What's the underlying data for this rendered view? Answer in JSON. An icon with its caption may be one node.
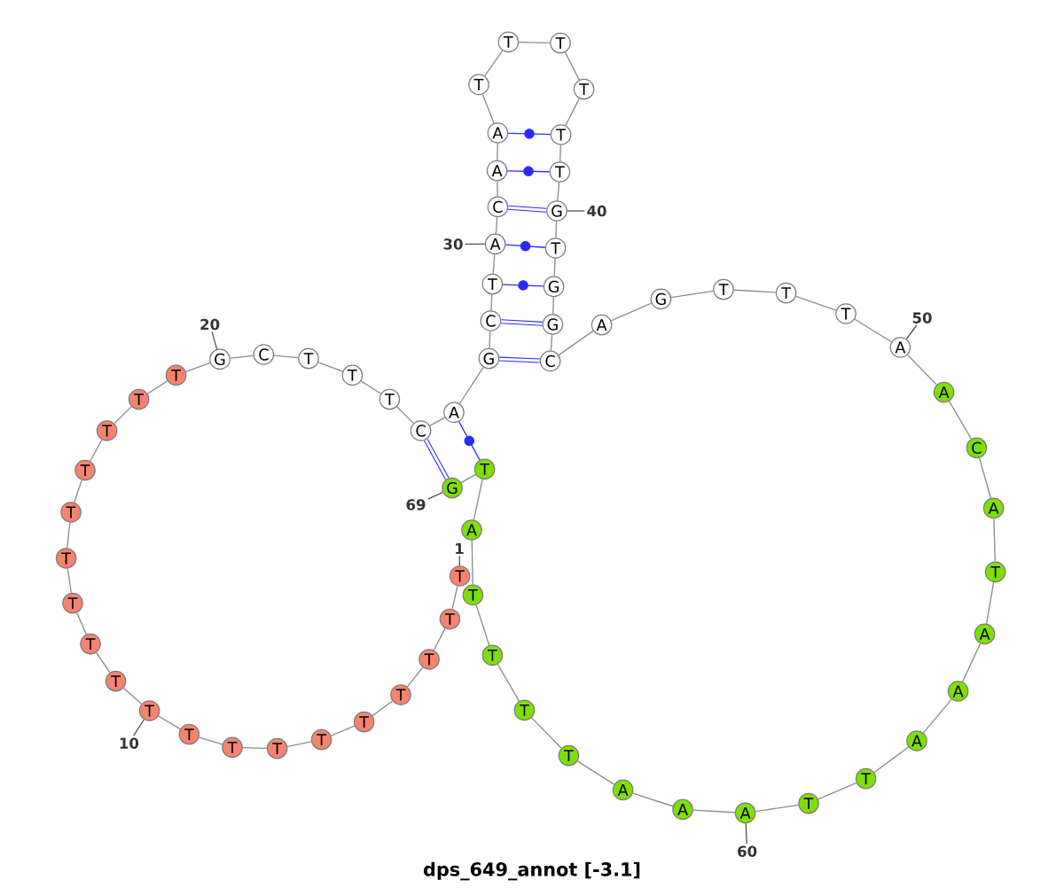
{
  "diagram": {
    "caption": "dps_649_annot [-3.1]",
    "nodes": [
      {
        "text": [
          "T"
        ]
      },
      {
        "text": [
          "T"
        ]
      },
      {
        "text": [
          "T"
        ]
      },
      {
        "text": [
          "T"
        ]
      },
      {
        "text": [
          "T"
        ]
      },
      {
        "text": [
          "T"
        ]
      },
      {
        "text": [
          "T"
        ]
      },
      {
        "text": [
          "T"
        ]
      },
      {
        "text": [
          "T"
        ]
      },
      {
        "text": [
          "T"
        ]
      },
      {
        "text": [
          "T"
        ]
      },
      {
        "text": [
          "T"
        ]
      },
      {
        "text": [
          "T"
        ]
      },
      {
        "text": [
          "T"
        ]
      },
      {
        "text": [
          "T"
        ]
      },
      {
        "text": [
          "T"
        ]
      },
      {
        "text": [
          "T"
        ]
      },
      {
        "text": [
          "T"
        ]
      },
      {
        "text": [
          "T"
        ]
      },
      {
        "text": [
          "G"
        ]
      },
      {
        "text": [
          "C"
        ]
      },
      {
        "text": [
          "T"
        ]
      },
      {
        "text": [
          "T"
        ]
      },
      {
        "text": [
          "T"
        ]
      },
      {
        "text": [
          "C"
        ]
      },
      {
        "text": [
          "A"
        ]
      },
      {
        "text": [
          "G"
        ]
      },
      {
        "text": [
          "C"
        ]
      },
      {
        "text": [
          "T"
        ]
      },
      {
        "text": [
          "A"
        ]
      },
      {
        "text": [
          "C"
        ]
      },
      {
        "text": [
          "A"
        ]
      },
      {
        "text": [
          "A"
        ]
      },
      {
        "text": [
          "T"
        ]
      },
      {
        "text": [
          "T"
        ]
      },
      {
        "text": [
          "T"
        ]
      },
      {
        "text": [
          "T"
        ]
      },
      {
        "text": [
          "T"
        ]
      },
      {
        "text": [
          "T"
        ]
      },
      {
        "text": [
          "G"
        ]
      },
      {
        "text": [
          "T"
        ]
      },
      {
        "text": [
          "G"
        ]
      },
      {
        "text": [
          "G"
        ]
      },
      {
        "text": [
          "C"
        ]
      },
      {
        "text": [
          "A"
        ]
      },
      {
        "text": [
          "G"
        ]
      },
      {
        "text": [
          "T"
        ]
      },
      {
        "text": [
          "T"
        ]
      },
      {
        "text": [
          "T"
        ]
      },
      {
        "text": [
          "A"
        ]
      },
      {
        "text": [
          "A"
        ]
      },
      {
        "text": [
          "C"
        ]
      },
      {
        "text": [
          "A"
        ]
      },
      {
        "text": [
          "T"
        ]
      },
      {
        "text": [
          "A"
        ]
      },
      {
        "text": [
          "A"
        ]
      },
      {
        "text": [
          "A"
        ]
      },
      {
        "text": [
          "T"
        ]
      },
      {
        "text": [
          "T"
        ]
      },
      {
        "text": [
          "A"
        ]
      },
      {
        "text": [
          "A"
        ]
      },
      {
        "text": [
          "A"
        ]
      },
      {
        "text": [
          "T"
        ]
      },
      {
        "text": [
          "T"
        ]
      },
      {
        "text": [
          "T"
        ]
      },
      {
        "text": [
          "T"
        ]
      },
      {
        "text": [
          "A"
        ]
      },
      {
        "text": [
          "T"
        ]
      },
      {
        "text": [
          "G"
        ]
      },
      {
        "text": [
          "1"
        ]
      },
      {
        "text": [
          "10"
        ]
      },
      {
        "text": [
          "20"
        ]
      },
      {
        "text": [
          "30"
        ]
      },
      {
        "text": [
          "40"
        ]
      },
      {
        "text": [
          "50"
        ]
      },
      {
        "text": [
          "60"
        ]
      },
      {
        "text": [
          "69"
        ]
      }
    ],
    "edges": [
      {
        "from": 0,
        "to": 1,
        "arrow": "none"
      },
      {
        "from": 1,
        "to": 2,
        "arrow": "none"
      },
      {
        "from": 2,
        "to": 3,
        "arrow": "none"
      },
      {
        "from": 3,
        "to": 4,
        "arrow": "none"
      },
      {
        "from": 4,
        "to": 5,
        "arrow": "none"
      },
      {
        "from": 5,
        "to": 6,
        "arrow": "none"
      },
      {
        "from": 6,
        "to": 7,
        "arrow": "none"
      },
      {
        "from": 7,
        "to": 8,
        "arrow": "none"
      },
      {
        "from": 8,
        "to": 9,
        "arrow": "none"
      },
      {
        "from": 9,
        "to": 10,
        "arrow": "none"
      },
      {
        "from": 10,
        "to": 11,
        "arrow": "none"
      },
      {
        "from": 11,
        "to": 12,
        "arrow": "none"
      },
      {
        "from": 12,
        "to": 13,
        "arrow": "none"
      },
      {
        "from": 13,
        "to": 14,
        "arrow": "none"
      },
      {
        "from": 14,
        "to": 15,
        "arrow": "none"
      },
      {
        "from": 15,
        "to": 16,
        "arrow": "none"
      },
      {
        "from": 16,
        "to": 17,
        "arrow": "none"
      },
      {
        "from": 17,
        "to": 18,
        "arrow": "none"
      },
      {
        "from": 18,
        "to": 19,
        "arrow": "none"
      },
      {
        "from": 19,
        "to": 20,
        "arrow": "none"
      },
      {
        "from": 20,
        "to": 21,
        "arrow": "none"
      },
      {
        "from": 21,
        "to": 22,
        "arrow": "none"
      },
      {
        "from": 22,
        "to": 23,
        "arrow": "none"
      },
      {
        "from": 23,
        "to": 24,
        "arrow": "none"
      },
      {
        "from": 24,
        "to": 25,
        "arrow": "none"
      },
      {
        "from": 25,
        "to": 26,
        "arrow": "none"
      },
      {
        "from": 26,
        "to": 27,
        "arrow": "none"
      },
      {
        "from": 27,
        "to": 28,
        "arrow": "none"
      },
      {
        "from": 28,
        "to": 29,
        "arrow": "none"
      },
      {
        "from": 29,
        "to": 30,
        "arrow": "none"
      },
      {
        "from": 30,
        "to": 31,
        "arrow": "none"
      },
      {
        "from": 31,
        "to": 32,
        "arrow": "none"
      },
      {
        "from": 32,
        "to": 33,
        "arrow": "none"
      },
      {
        "from": 33,
        "to": 34,
        "arrow": "none"
      },
      {
        "from": 34,
        "to": 35,
        "arrow": "none"
      },
      {
        "from": 35,
        "to": 36,
        "arrow": "none"
      },
      {
        "from": 36,
        "to": 37,
        "arrow": "none"
      },
      {
        "from": 37,
        "to": 38,
        "arrow": "none"
      },
      {
        "from": 38,
        "to": 39,
        "arrow": "none"
      },
      {
        "from": 39,
        "to": 40,
        "arrow": "none"
      },
      {
        "from": 40,
        "to": 41,
        "arrow": "none"
      },
      {
        "from": 41,
        "to": 42,
        "arrow": "none"
      },
      {
        "from": 42,
        "to": 43,
        "arrow": "none"
      },
      {
        "from": 43,
        "to": 44,
        "arrow": "none"
      },
      {
        "from": 44,
        "to": 45,
        "arrow": "none"
      },
      {
        "from": 45,
        "to": 46,
        "arrow": "none"
      },
      {
        "from": 46,
        "to": 47,
        "arrow": "none"
      },
      {
        "from": 47,
        "to": 48,
        "arrow": "none"
      },
      {
        "from": 48,
        "to": 49,
        "arrow": "none"
      },
      {
        "from": 49,
        "to": 50,
        "arrow": "none"
      },
      {
        "from": 50,
        "to": 51,
        "arrow": "none"
      },
      {
        "from": 51,
        "to": 52,
        "arrow": "none"
      },
      {
        "from": 52,
        "to": 53,
        "arrow": "none"
      },
      {
        "from": 53,
        "to": 54,
        "arrow": "none"
      },
      {
        "from": 54,
        "to": 55,
        "arrow": "none"
      },
      {
        "from": 55,
        "to": 56,
        "arrow": "none"
      },
      {
        "from": 56,
        "to": 57,
        "arrow": "none"
      },
      {
        "from": 57,
        "to": 58,
        "arrow": "none"
      },
      {
        "from": 58,
        "to": 59,
        "arrow": "none"
      },
      {
        "from": 59,
        "to": 60,
        "arrow": "none"
      },
      {
        "from": 60,
        "to": 61,
        "arrow": "none"
      },
      {
        "from": 61,
        "to": 62,
        "arrow": "none"
      },
      {
        "from": 62,
        "to": 63,
        "arrow": "none"
      },
      {
        "from": 63,
        "to": 64,
        "arrow": "none"
      },
      {
        "from": 64,
        "to": 65,
        "arrow": "none"
      },
      {
        "from": 65,
        "to": 66,
        "arrow": "none"
      },
      {
        "from": 66,
        "to": 67,
        "arrow": "none"
      },
      {
        "from": 67,
        "to": 68,
        "arrow": "none"
      },
      {
        "from": 24,
        "to": 68,
        "arrow": "none",
        "style": "thick",
        "color": "#2b2bff"
      },
      {
        "from": 25,
        "to": 67,
        "arrow": "none",
        "color": "#2b2bff"
      },
      {
        "from": 26,
        "to": 43,
        "arrow": "none",
        "style": "thick",
        "color": "#2b2bff"
      },
      {
        "from": 27,
        "to": 42,
        "arrow": "none",
        "style": "thick",
        "color": "#2b2bff"
      },
      {
        "from": 28,
        "to": 41,
        "arrow": "none",
        "color": "#2b2bff"
      },
      {
        "from": 29,
        "to": 40,
        "arrow": "none",
        "color": "#2b2bff"
      },
      {
        "from": 30,
        "to": 39,
        "arrow": "none",
        "style": "thick",
        "color": "#2b2bff"
      },
      {
        "from": 31,
        "to": 38,
        "arrow": "none",
        "color": "#2b2bff"
      },
      {
        "from": 32,
        "to": 37,
        "arrow": "none",
        "color": "#2b2bff"
      },
      {
        "from": 69,
        "to": 0,
        "arrow": "none",
        "color": "#555555"
      },
      {
        "from": 70,
        "to": 9,
        "arrow": "none",
        "color": "#555555"
      },
      {
        "from": 71,
        "to": 19,
        "arrow": "none",
        "color": "#555555"
      },
      {
        "from": 72,
        "to": 29,
        "arrow": "none",
        "color": "#555555"
      },
      {
        "from": 73,
        "to": 39,
        "arrow": "none",
        "color": "#555555"
      },
      {
        "from": 74,
        "to": 49,
        "arrow": "none",
        "color": "#555555"
      },
      {
        "from": 75,
        "to": 59,
        "arrow": "none",
        "color": "#555555"
      },
      {
        "from": 76,
        "to": 68,
        "arrow": "none",
        "color": "#555555"
      }
    ]
  }
}
